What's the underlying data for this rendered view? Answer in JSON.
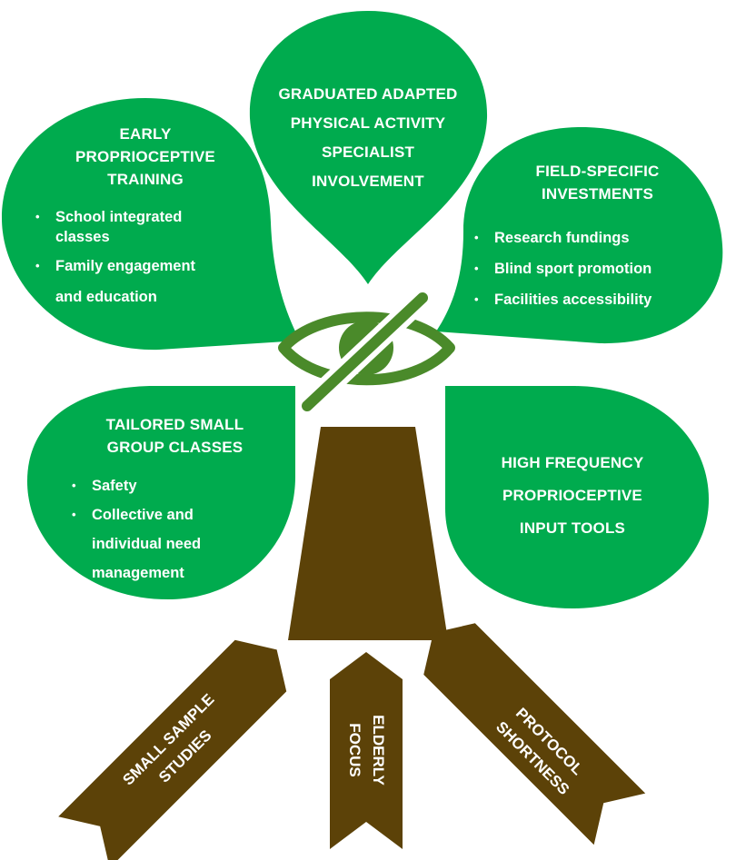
{
  "petals": {
    "top": {
      "lines": [
        "GRADUATED ADAPTED",
        "PHYSICAL ACTIVITY",
        "SPECIALIST",
        "INVOLVEMENT"
      ]
    },
    "upper_left": {
      "heading_lines": [
        "EARLY",
        "PROPRIOCEPTIVE",
        "TRAINING"
      ],
      "bullets": [
        [
          "School integrated",
          "classes"
        ],
        [
          "Family engagement"
        ],
        [
          "and education"
        ]
      ]
    },
    "upper_right": {
      "heading_lines": [
        "FIELD-SPECIFIC",
        "INVESTMENTS"
      ],
      "bullets": [
        "Research fundings",
        "Blind sport promotion",
        "Facilities accessibility"
      ]
    },
    "lower_left": {
      "heading_lines": [
        "TAILORED SMALL",
        "GROUP CLASSES"
      ],
      "bullets": [
        [
          "Safety"
        ],
        [
          "Collective and"
        ],
        [
          "individual need",
          "management"
        ]
      ]
    },
    "lower_right": {
      "lines": [
        "HIGH FREQUENCY",
        "PROPRIOCEPTIVE",
        "INPUT TOOLS"
      ]
    }
  },
  "roots": {
    "left": [
      "SMALL SAMPLE",
      "STUDIES"
    ],
    "middle": [
      "ELDERLY",
      "FOCUS"
    ],
    "right": [
      "PROTOCOL",
      "SHORTNESS"
    ]
  },
  "colors": {
    "petal": "#00ab4e",
    "trunk": "#5c4208",
    "eye": "#4a8a2a",
    "text": "#ffffff",
    "background": "#ffffff"
  },
  "icons": {
    "center": "crossed-out-eye-icon",
    "bullet": "bullet-dot"
  }
}
